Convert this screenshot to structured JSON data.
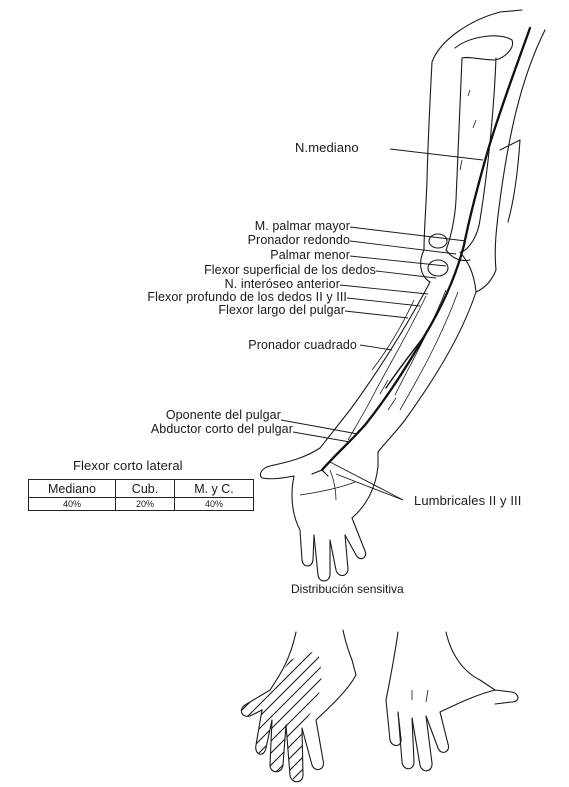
{
  "labels": {
    "n_mediano": "N.mediano",
    "palmar_mayor": "M. palmar mayor",
    "pronador_redondo": "Pronador redondo",
    "palmar_menor": "Palmar menor",
    "flexor_superficial": "Flexor superficial de los dedos",
    "interoseo_anterior": "N. interóseo anterior",
    "flexor_profundo": "Flexor profundo de los dedos II y III",
    "flexor_largo_pulgar": "Flexor largo del pulgar",
    "pronador_cuadrado": "Pronador cuadrado",
    "oponente_pulgar": "Oponente del pulgar",
    "abductor_corto": "Abductor corto del pulgar",
    "flexor_corto_lateral": "Flexor corto lateral",
    "lumbricales": "Lumbricales II y III",
    "distribucion": "Distribución sensitiva"
  },
  "innervation_table": {
    "headers": [
      "Mediano",
      "Cub.",
      "M. y C."
    ],
    "values": [
      "40%",
      "20%",
      "40%"
    ]
  }
}
